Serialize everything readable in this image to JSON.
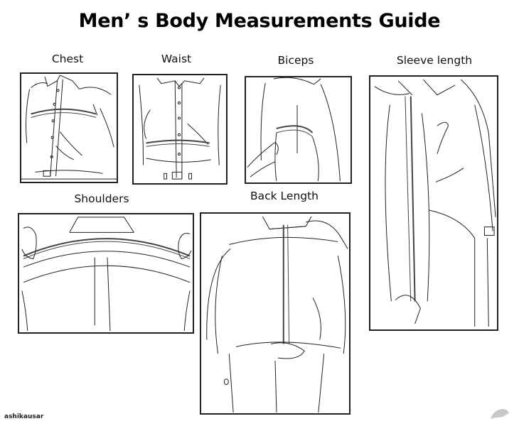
{
  "title": "Men’ s Body Measurements Guide",
  "panels": {
    "chest": {
      "label": "Chest"
    },
    "waist": {
      "label": "Waist"
    },
    "biceps": {
      "label": "Biceps"
    },
    "sleeve_length": {
      "label": "Sleeve length"
    },
    "shoulders": {
      "label": "Shoulders"
    },
    "back_length": {
      "label": "Back Length"
    }
  },
  "credit": "ashikausar",
  "colors": {
    "line": "#222222",
    "tape": "#444444",
    "background": "#ffffff"
  }
}
